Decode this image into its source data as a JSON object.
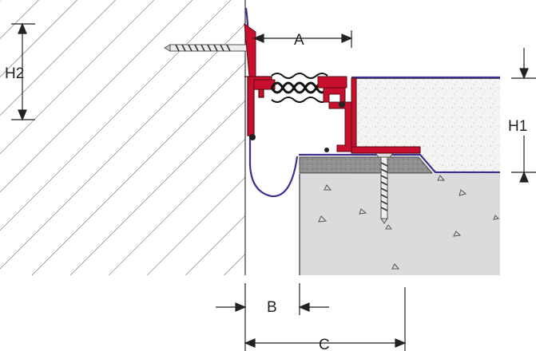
{
  "labels": {
    "A": "A",
    "B": "B",
    "C": "C",
    "H1": "H1",
    "H2": "H2"
  },
  "colors": {
    "profile_red": "#c8102e",
    "profile_dark": "#5a0a10",
    "membrane_blue": "#3a3090",
    "concrete": "#d9dbdc",
    "screed": "#f0f0ee",
    "bedding": "#8f9192",
    "hatch": "#444444",
    "dimension": "#222222"
  },
  "icons": {
    "anchor": "screw-anchor-icon",
    "bellows": "compression-seal-icon"
  }
}
